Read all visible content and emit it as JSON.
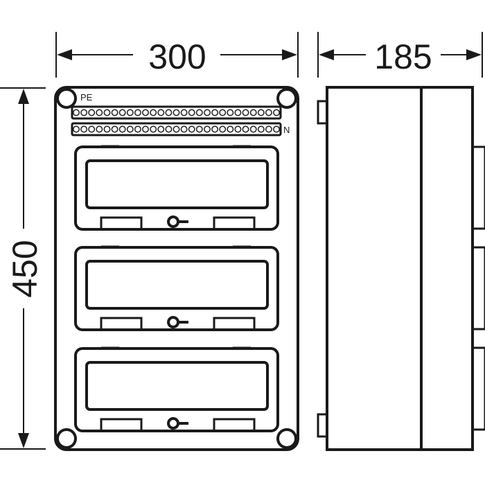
{
  "dimensions": {
    "width": "300",
    "depth": "185",
    "height": "450"
  },
  "labels": {
    "pe": "PE",
    "n": "N"
  },
  "modules": 3
}
